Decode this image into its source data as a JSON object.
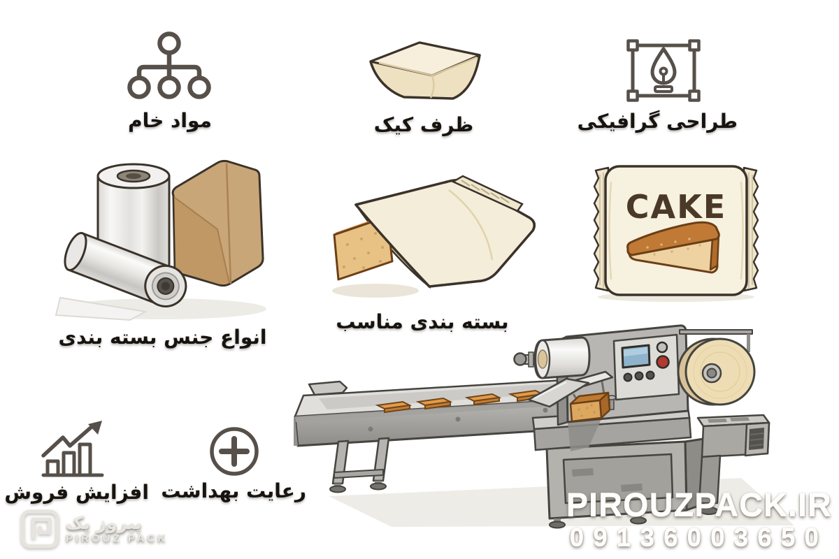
{
  "labels": {
    "raw_materials": "مواد خام",
    "cake_container": "ظرف کیک",
    "graphic_design": "طراحی گرافیکی",
    "packaging_materials": "انواع جنس بسته بندی",
    "suitable_packaging": "بسته بندی مناسب",
    "sales_increase": "افزایش فروش",
    "hygiene": "رعایت بهداشت"
  },
  "cake_package": {
    "brand_text": "CAKE"
  },
  "branding": {
    "website": "PIROUZPACK.IR",
    "phone": "09136003650",
    "logo_fa": "پیروز پک",
    "logo_en": "PIROUZ PACK"
  },
  "colors": {
    "background": "#ffffff",
    "icon_stroke": "#57504a",
    "label_text": "#17130e",
    "cream": "#f4edda",
    "kraft_brown": "#c9a678",
    "cake_crust": "#c07a35",
    "cake_crumb": "#ecd0a0",
    "machine_gray": "#b3b2ae",
    "screen_blue": "#8fb3cc",
    "button_red": "#b23a2e",
    "watermark_white": "#fefdfb"
  }
}
